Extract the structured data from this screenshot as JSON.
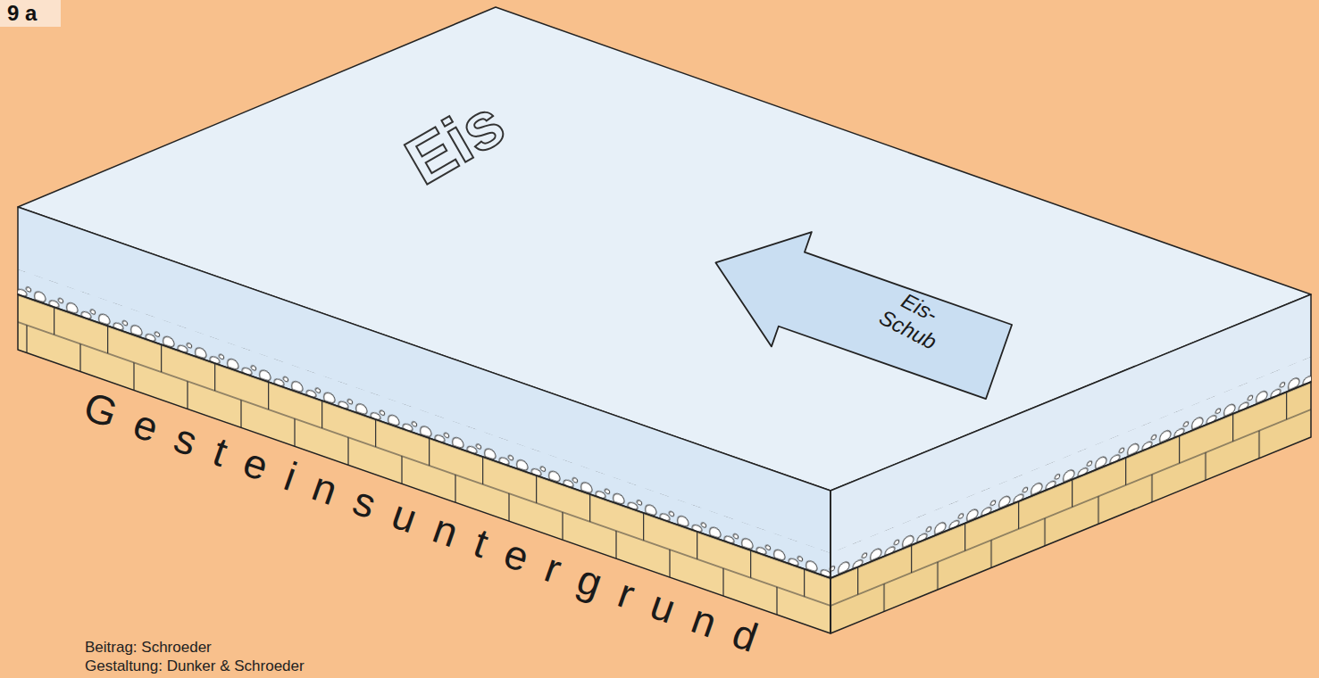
{
  "diagram": {
    "nodes": [
      {
        "text": [
          "9 a"
        ]
      },
      {
        "text": [
          "Eis"
        ]
      },
      {
        "text": [
          "Eis- Schub"
        ],
        "in": 1
      }
    ],
    "labels": [
      "Gesteinsuntergrund",
      "Beitrag: Schroeder",
      "Gestaltung: Dunker & Schroeder"
    ]
  }
}
